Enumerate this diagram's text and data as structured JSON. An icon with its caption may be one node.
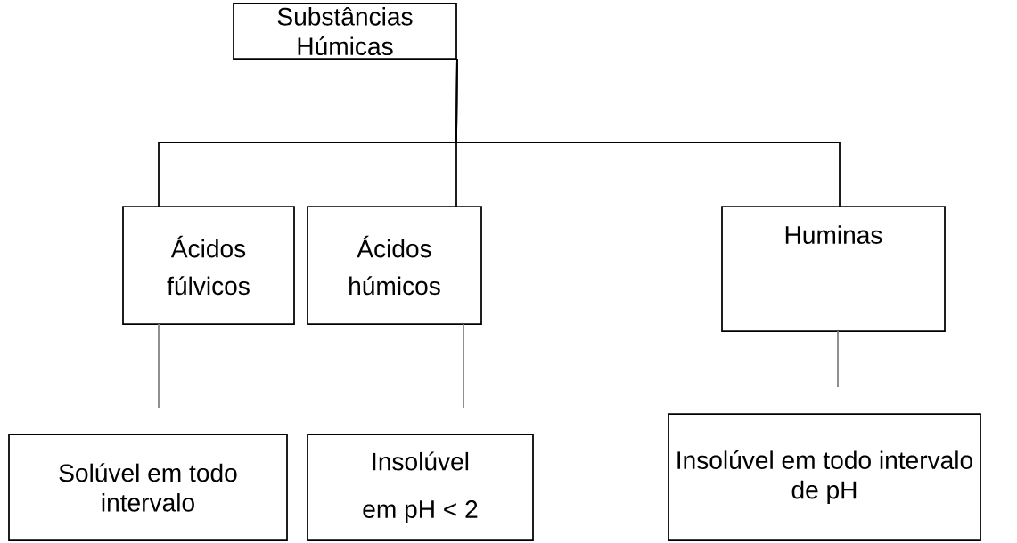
{
  "diagram": {
    "nodes": [
      {
        "text": [
          "Substâncias Húmicas"
        ]
      },
      {
        "text": [
          "Ácidos fúlvicos"
        ]
      },
      {
        "text": [
          "Ácidos húmicos"
        ]
      },
      {
        "text": [
          "Huminas"
        ]
      },
      {
        "text": [
          "Solúvel em todo intervalo"
        ]
      },
      {
        "text": [
          "Insolúvel em pH < 2"
        ]
      },
      {
        "text": [
          "Insolúvel em todo intervalo de pH"
        ]
      }
    ],
    "edges": [
      {
        "from": 0,
        "to": 1,
        "arrow": "none"
      },
      {
        "from": 0,
        "to": 2,
        "arrow": "none"
      },
      {
        "from": 0,
        "to": 3,
        "arrow": "none"
      },
      {
        "from": 1,
        "to": 4,
        "arrow": "none",
        "color": "#808080"
      },
      {
        "from": 2,
        "to": 5,
        "arrow": "none",
        "color": "#808080"
      },
      {
        "from": 3,
        "to": 6,
        "arrow": "none",
        "color": "#808080"
      }
    ]
  }
}
